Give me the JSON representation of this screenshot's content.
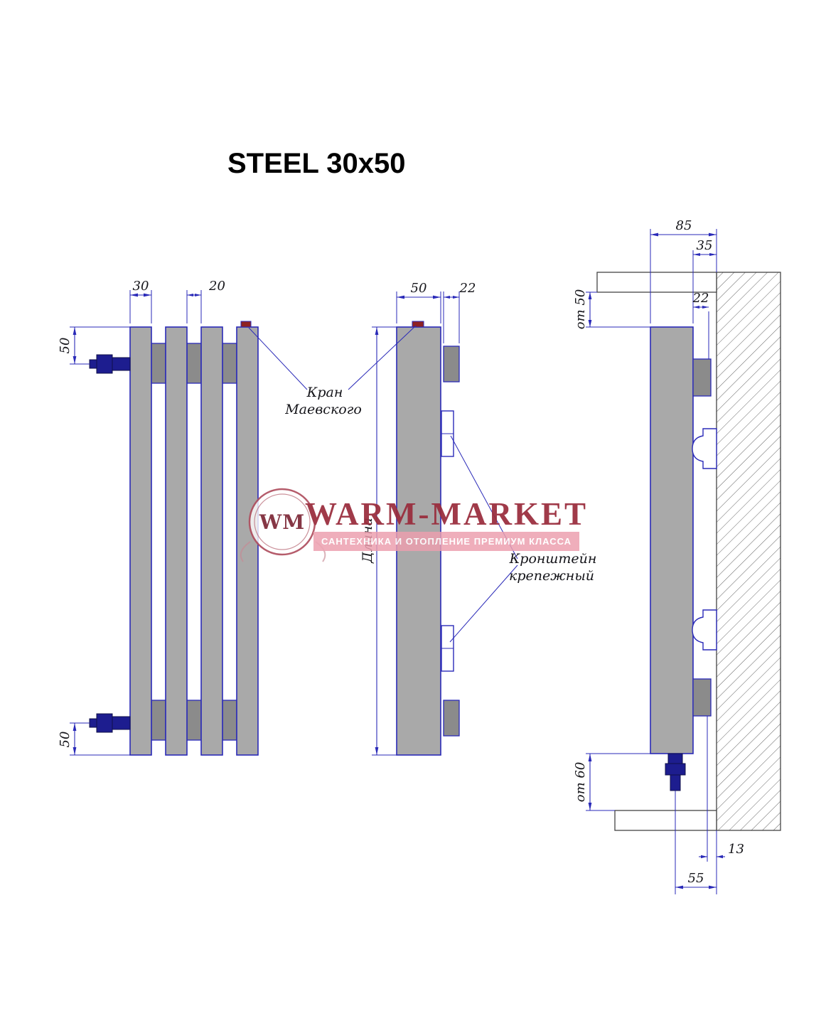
{
  "title": "STEEL 30x50",
  "watermark": {
    "monogram": "WM",
    "name": "WARM-MARKET",
    "tagline": "САНТЕХНИКА И ОТОПЛЕНИЕ ПРЕМИУМ КЛАССА"
  },
  "labels": {
    "valve_line1": "Кран",
    "valve_line2": "Маевского",
    "bracket_line1": "Кронштейн",
    "bracket_line2": "крепежный",
    "length_axis": "Длина"
  },
  "dims": {
    "front_section_width": "30",
    "front_gap": "20",
    "front_top_offset": "50",
    "front_bottom_offset": "50",
    "side_depth": "50",
    "side_bracket": "22",
    "wall_total": "85",
    "wall_bracket_depth": "35",
    "wall_gap": "22",
    "wall_top_min": "от 50",
    "wall_bottom_min": "от 60",
    "wall_hole_offset": "13",
    "wall_pipe_offset": "55"
  },
  "colors": {
    "line_blue": "#2a2ab8",
    "radiator_gray": "#a9a9a9",
    "fitting_navy": "#1d1d8f",
    "brand_red": "#992c3c",
    "brand_pink": "#ec9fae"
  }
}
